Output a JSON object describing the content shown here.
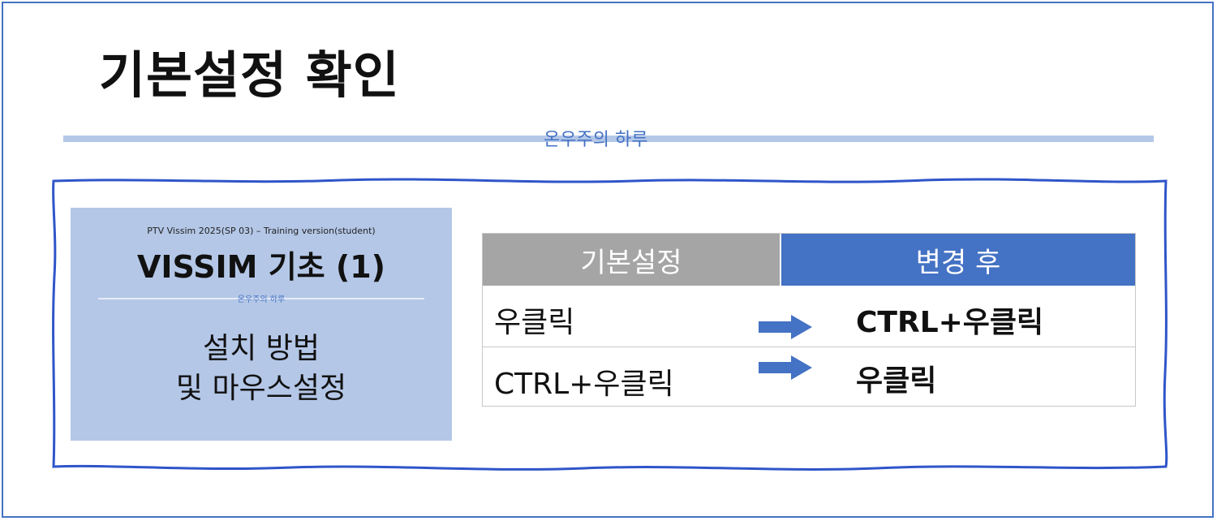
{
  "slide": {
    "title": "기본설정 확인",
    "subtitle": "온우주의 하루"
  },
  "thumbnail": {
    "top_text": "PTV Vissim 2025(SP 03) – Training version(student)",
    "heading": "VISSIM 기초 (1)",
    "small_text": "온우주의 하루",
    "body_line1": "설치 방법",
    "body_line2": "및 마우스설정"
  },
  "table": {
    "headers": [
      "기본설정",
      "변경 후"
    ],
    "rows": [
      {
        "default": "우클릭",
        "changed": "CTRL+우클릭",
        "arrow_icon": "right-arrow-icon"
      },
      {
        "default": "CTRL+우클릭",
        "changed": "우클릭",
        "arrow_icon": "right-arrow-icon"
      }
    ]
  },
  "colors": {
    "accent": "#4472c4",
    "light_accent": "#b4c7e7",
    "header_gray": "#a5a5a5"
  }
}
